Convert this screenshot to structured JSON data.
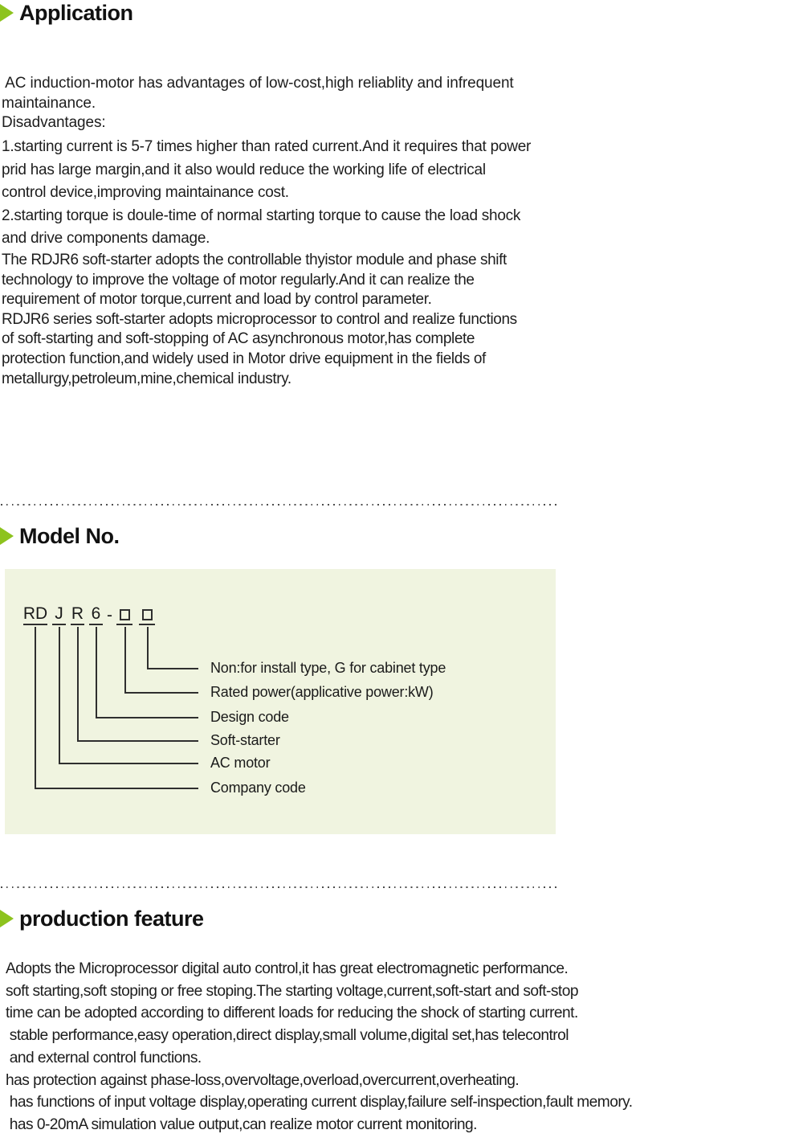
{
  "colors": {
    "accent": "#8dc31e",
    "box_bg": "#f0f4e0",
    "text": "#1d1d1d",
    "line": "#2f2f2f",
    "dots": "#4d4d4d"
  },
  "application": {
    "title": "Application",
    "paragraph1": [
      " AC induction-motor has advantages of low-cost,high reliablity and infrequent",
      "maintainance.",
      "Disadvantages:"
    ],
    "paragraph2": [
      "1.starting current is 5-7 times higher than rated current.And it requires that power",
      "prid has large margin,and it also would reduce the working life of electrical",
      "control device,improving maintainance cost.",
      "2.starting torque is doule-time of normal starting torque to cause the load shock",
      "and drive components damage."
    ],
    "paragraph3": [
      "The RDJR6 soft-starter adopts the controllable thyistor module and phase shift",
      "technology to improve the voltage of motor regularly.And it can realize the",
      "requirement of motor torque,current and load by control parameter.",
      "RDJR6 series soft-starter adopts microprocessor to control and realize functions",
      "of soft-starting and soft-stopping of AC asynchronous motor,has complete",
      "protection function,and widely used in Motor drive equipment in the fields of",
      "metallurgy,petroleum,mine,chemical industry."
    ]
  },
  "model_no": {
    "title": "Model No.",
    "code": {
      "seg1": "RD",
      "seg2": "J",
      "seg3": "R",
      "seg4": "6",
      "hyphen": "-"
    },
    "labels": [
      "Non:for install type, G for cabinet type",
      "Rated power(applicative power:kW)",
      "Design code",
      "Soft-starter",
      "AC motor",
      "Company code"
    ]
  },
  "production_feature": {
    "title": "production feature",
    "features": [
      "Adopts the Microprocessor digital auto control,it has great electromagnetic performance.",
      "soft starting,soft stoping or free stoping.The starting voltage,current,soft-start and soft-stop",
      "time can be adopted according to different loads for reducing the shock of starting current.",
      " stable performance,easy operation,direct display,small volume,digital set,has telecontrol",
      " and external control functions.",
      "has protection against phase-loss,overvoltage,overload,overcurrent,overheating.",
      " has functions of input voltage display,operating current display,failure self-inspection,fault memory.",
      " has 0-20mA simulation value output,can realize motor current monitoring."
    ]
  }
}
